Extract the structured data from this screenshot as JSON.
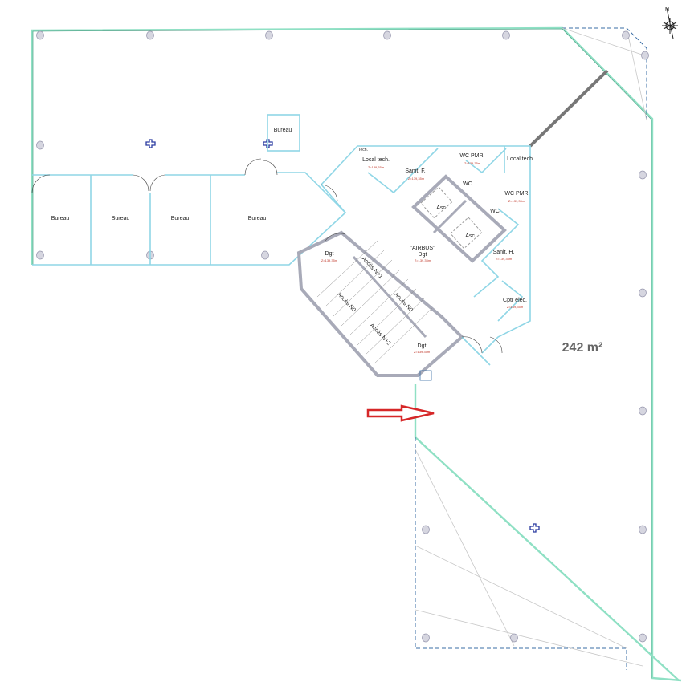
{
  "plan": {
    "area_label": "242 m²",
    "compass_label": "N",
    "rooms": {
      "bureau_top": "Bureau",
      "bureau_1": "Bureau",
      "bureau_2": "Bureau",
      "bureau_3": "Bureau",
      "bureau_4": "Bureau",
      "tech": "Tech.",
      "local_tech_1": "Local tech.",
      "local_tech_2": "Local tech.",
      "sanit_f": "Sanit. F.",
      "wc_pmr_1": "WC PMR",
      "wc_pmr_2": "WC PMR",
      "wc_1": "WC",
      "wc_2": "WC",
      "asc_1": "Asc.",
      "asc_2": "Asc.",
      "airbus_dgt_1": "\"AIRBUS\"",
      "airbus_dgt_2": "Dgt",
      "dgt_1": "Dgt",
      "dgt_2": "Dgt",
      "sanit_h": "Sanit. H.",
      "cptr_elec": "Cptr élec."
    },
    "stairs": {
      "acces_n1": "Accès N+1",
      "acces_n0_a": "Accès N0",
      "acces_n0_b": "Accès N0",
      "acces_n2": "Accès N+2"
    },
    "elevations": {
      "local_tech_1": "Z=139,35m",
      "wc_pmr_1": "Z=139,35m",
      "sanit_f": "Z=139,35m",
      "wc_pmr_2": "Z=139,35m",
      "airbus_dgt": "Z=139,35m",
      "dgt_1": "Z=139,35m",
      "sanit_h": "Z=139,35m",
      "cptr_elec": "Z=139,35m",
      "dgt_2": "Z=139,35m"
    },
    "colors": {
      "outline": "#8fe0c4",
      "walls": "#8fd6e6",
      "structure": "#a8aab8",
      "entrance_arrow": "#d62728",
      "dashed_boundary": "#3a6ea5"
    },
    "icons": [
      "compass-rose-icon",
      "entrance-arrow-icon",
      "cross-marker-icon"
    ]
  }
}
